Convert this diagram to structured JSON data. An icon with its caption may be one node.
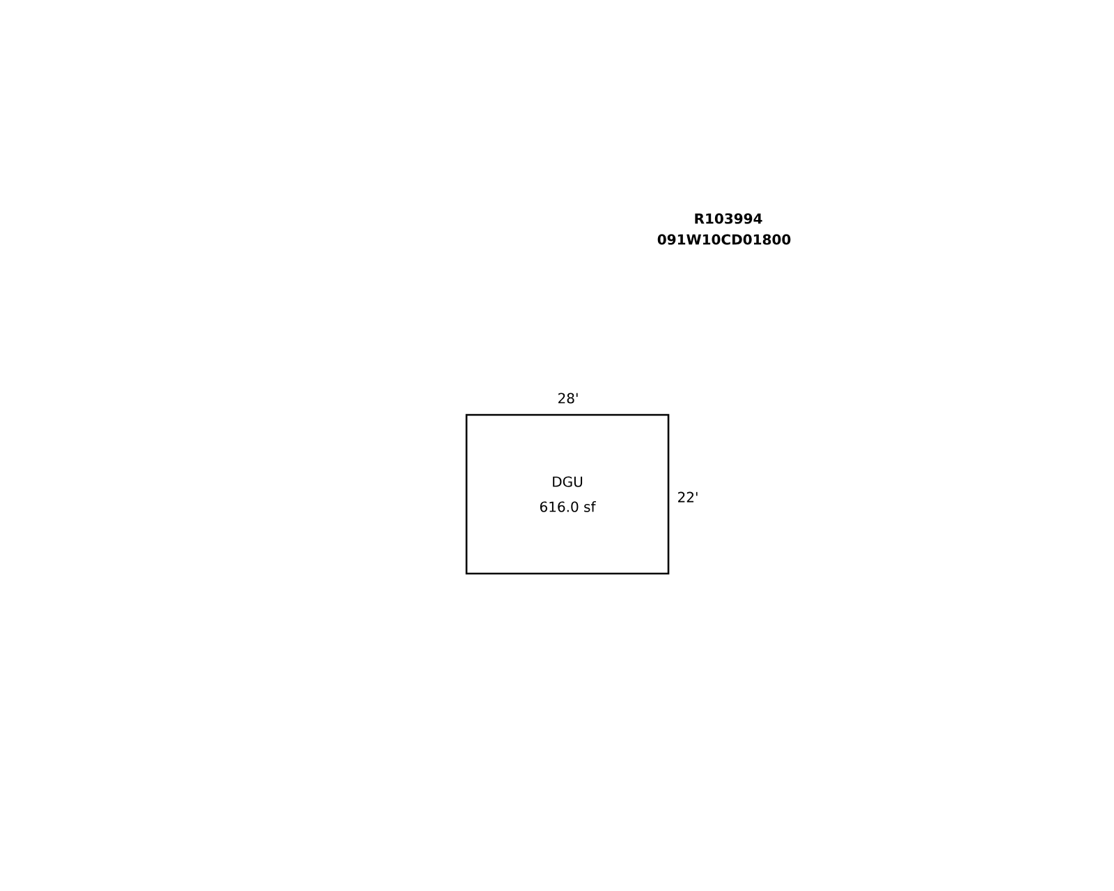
{
  "diagram": {
    "nodes": [
      {
        "text": [
          "DGU",
          "616.0 sf"
        ]
      }
    ],
    "labels": [
      "R103994",
      "091W10CD01800",
      "28'",
      "22'"
    ]
  }
}
